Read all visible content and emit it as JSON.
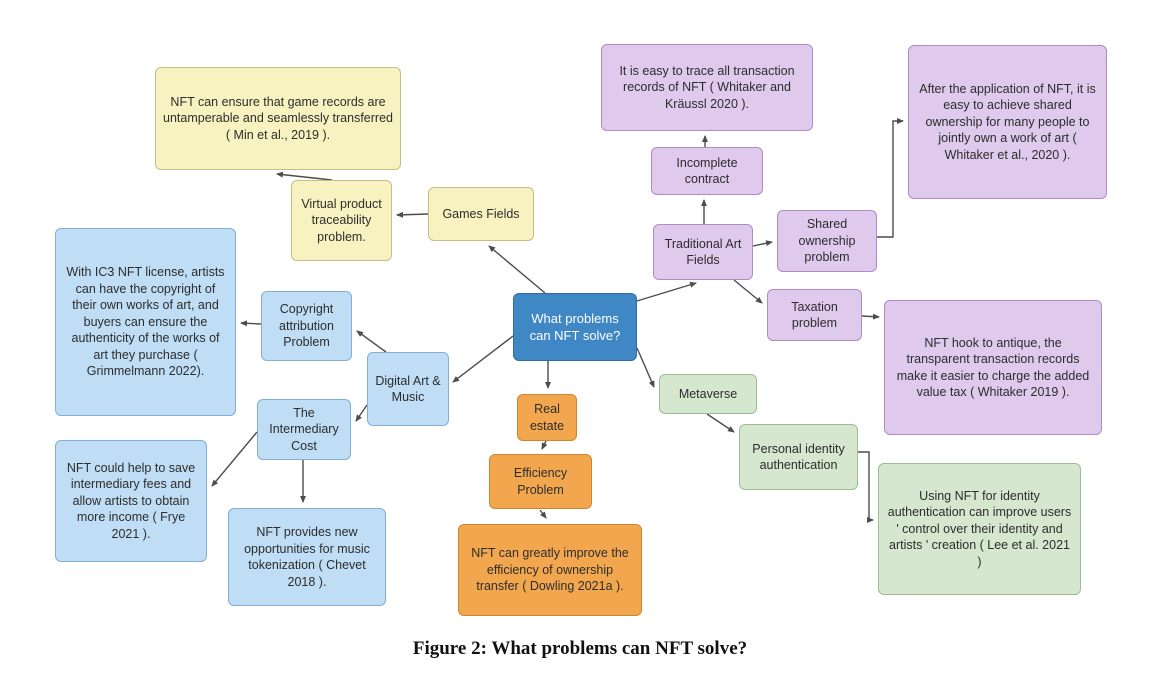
{
  "figure": {
    "caption": "Figure 2: What problems can NFT solve?"
  },
  "palette": {
    "central_fill": "#3F87C5",
    "central_text": "#FFFFFF",
    "games_fill": "#F8F2C0",
    "digital_art_fill": "#BFDDF4",
    "traditional_art_fill": "#DFC9EC",
    "metaverse_fill": "#D5E7CE",
    "real_estate_fill": "#F2A74F",
    "node_text": "#2D2D2D",
    "arrow_color": "#4D4D4D"
  },
  "nodes": {
    "central": {
      "text": "What problems can NFT solve?"
    },
    "games_fields": {
      "text": "Games Fields"
    },
    "virtual_traceability": {
      "text": "Virtual product traceability problem."
    },
    "game_records_leaf": {
      "text": "NFT can ensure that game records are untamperable and seamlessly transferred ( Min et al., 2019 )."
    },
    "traditional_art": {
      "text": "Traditional Art Fields"
    },
    "incomplete_contract": {
      "text": "Incomplete contract"
    },
    "trace_records_leaf": {
      "text": "It is easy to trace all transaction records of NFT ( Whitaker and Kräussl 2020 )."
    },
    "shared_ownership": {
      "text": "Shared ownership problem"
    },
    "shared_ownership_leaf": {
      "text": "After the application of NFT, it is easy to achieve shared ownership for many people to jointly own a work of art ( Whitaker et al., 2020 )."
    },
    "taxation": {
      "text": "Taxation problem"
    },
    "taxation_leaf": {
      "text": "NFT hook to antique, the transparent transaction records make it easier to charge the added value tax ( Whitaker 2019 )."
    },
    "metaverse": {
      "text": "Metaverse"
    },
    "personal_identity": {
      "text": "Personal identity authentication"
    },
    "identity_leaf": {
      "text": "Using NFT for identity authentication can improve users ' control over their identity and artists ' creation ( Lee et al. 2021 )"
    },
    "digital_art_music": {
      "text": "Digital Art & Music"
    },
    "copyright_attribution": {
      "text": "Copyright attribution Problem"
    },
    "copyright_leaf": {
      "text": "With IC3 NFT license, artists can have the copyright of their own works of art, and buyers can ensure the authenticity of the works of art they purchase ( Grimmelmann 2022)."
    },
    "intermediary_cost": {
      "text": "The Intermediary Cost"
    },
    "intermediary_leaf": {
      "text": "NFT could help to save intermediary fees and allow artists to obtain more income ( Frye 2021 )."
    },
    "music_tokenization_leaf": {
      "text": "NFT provides new opportunities for music tokenization ( Chevet 2018 )."
    },
    "real_estate": {
      "text": "Real estate"
    },
    "efficiency_problem": {
      "text": "Efficiency Problem"
    },
    "efficiency_leaf": {
      "text": "NFT can greatly improve the efficiency of ownership transfer ( Dowling 2021a )."
    }
  },
  "edges": [
    {
      "from": "central",
      "to": "games_fields"
    },
    {
      "from": "games_fields",
      "to": "virtual_traceability"
    },
    {
      "from": "virtual_traceability",
      "to": "game_records_leaf"
    },
    {
      "from": "central",
      "to": "traditional_art"
    },
    {
      "from": "traditional_art",
      "to": "incomplete_contract"
    },
    {
      "from": "incomplete_contract",
      "to": "trace_records_leaf"
    },
    {
      "from": "traditional_art",
      "to": "shared_ownership"
    },
    {
      "from": "shared_ownership",
      "to": "shared_ownership_leaf"
    },
    {
      "from": "traditional_art",
      "to": "taxation"
    },
    {
      "from": "taxation",
      "to": "taxation_leaf"
    },
    {
      "from": "central",
      "to": "metaverse"
    },
    {
      "from": "metaverse",
      "to": "personal_identity"
    },
    {
      "from": "personal_identity",
      "to": "identity_leaf"
    },
    {
      "from": "central",
      "to": "digital_art_music"
    },
    {
      "from": "digital_art_music",
      "to": "copyright_attribution"
    },
    {
      "from": "copyright_attribution",
      "to": "copyright_leaf"
    },
    {
      "from": "digital_art_music",
      "to": "intermediary_cost"
    },
    {
      "from": "intermediary_cost",
      "to": "intermediary_leaf"
    },
    {
      "from": "intermediary_cost",
      "to": "music_tokenization_leaf"
    },
    {
      "from": "central",
      "to": "real_estate"
    },
    {
      "from": "real_estate",
      "to": "efficiency_problem"
    },
    {
      "from": "efficiency_problem",
      "to": "efficiency_leaf"
    }
  ]
}
